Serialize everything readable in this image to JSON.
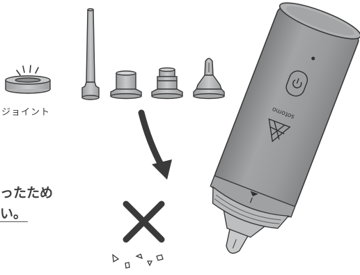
{
  "labels": {
    "joint": "ジョイント",
    "note_line1": "ったため",
    "note_line2": "い。"
  },
  "brand": {
    "logo_text": "sotomo"
  },
  "colors": {
    "body_gray": "#9a9b9c",
    "outline": "#3a3a3a",
    "arrow": "#3a3a3a",
    "cross": "#3a3a3a"
  }
}
